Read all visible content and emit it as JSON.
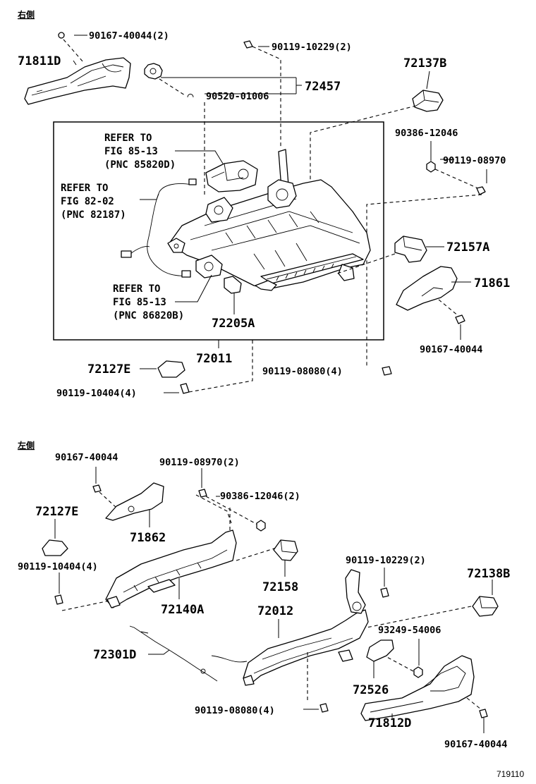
{
  "sections": {
    "upper": "右側",
    "lower": "左側"
  },
  "upper_labels": {
    "p1": "90167-40044(2)",
    "p2": "71811D",
    "p3": "90119-10229(2)",
    "p4": "72137B",
    "p5": "72457",
    "p6": "90520-01006",
    "p7": "90386-12046",
    "p8": "90119-08970",
    "p9": "72157A",
    "p10": "71861",
    "p11": "72205A",
    "p12": "90167-40044",
    "p13": "72011",
    "p14": "72127E",
    "p15": "90119-08080(4)",
    "p16": "90119-10404(4)"
  },
  "refs": {
    "r1": [
      "REFER TO",
      "FIG 85-13",
      "(PNC 85820D)"
    ],
    "r2": [
      "REFER TO",
      "FIG 82-02",
      "(PNC 82187)"
    ],
    "r3": [
      "REFER TO",
      "FIG 85-13",
      "(PNC 86820B)"
    ]
  },
  "lower_labels": {
    "q1": "90167-40044",
    "q2": "90119-08970(2)",
    "q3": "90386-12046(2)",
    "q4": "72127E",
    "q5": "71862",
    "q6": "90119-10404(4)",
    "q7": "72158",
    "q8": "72140A",
    "q9": "90119-10229(2)",
    "q10": "72138B",
    "q11": "72012",
    "q12": "93249-54006",
    "q13": "72301D",
    "q14": "72526",
    "q15": "90119-08080(4)",
    "q16": "71812D",
    "q17": "90167-40044"
  },
  "figure_id": "719110"
}
